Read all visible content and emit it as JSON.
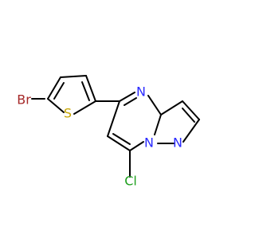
{
  "molecule": {
    "atoms": [
      {
        "id": "br",
        "label": "Br",
        "color": "#A62929"
      },
      {
        "id": "s",
        "label": "S",
        "color": "#C6A400"
      },
      {
        "id": "n4",
        "label": "N",
        "color": "#2B2BFF"
      },
      {
        "id": "n1",
        "label": "N",
        "color": "#2B2BFF"
      },
      {
        "id": "n2",
        "label": "N",
        "color": "#2B2BFF"
      },
      {
        "id": "cl",
        "label": "Cl",
        "color": "#1FA01F"
      }
    ]
  }
}
